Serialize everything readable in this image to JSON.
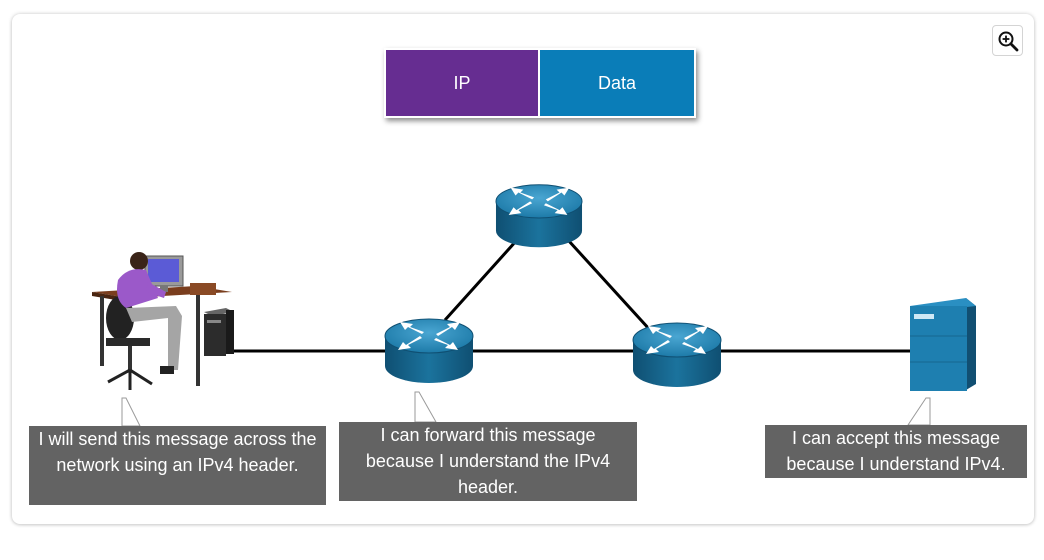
{
  "packet": {
    "ip_label": "IP",
    "data_label": "Data",
    "ip_color": "#662d91",
    "data_color": "#0a7db8"
  },
  "callouts": {
    "sender": "I will send this message across the network using an IPv4 header.",
    "router": "I can forward this message because I understand the IPv4 header.",
    "receiver": "I can accept this message because I understand IPv4."
  },
  "toolbar": {
    "zoom_icon": "zoom-in-icon"
  },
  "colors": {
    "router": "#1b6f99",
    "router_top": "#3b98c6",
    "server": "#1e7fb0",
    "callout": "#636363",
    "link": "#000000"
  }
}
